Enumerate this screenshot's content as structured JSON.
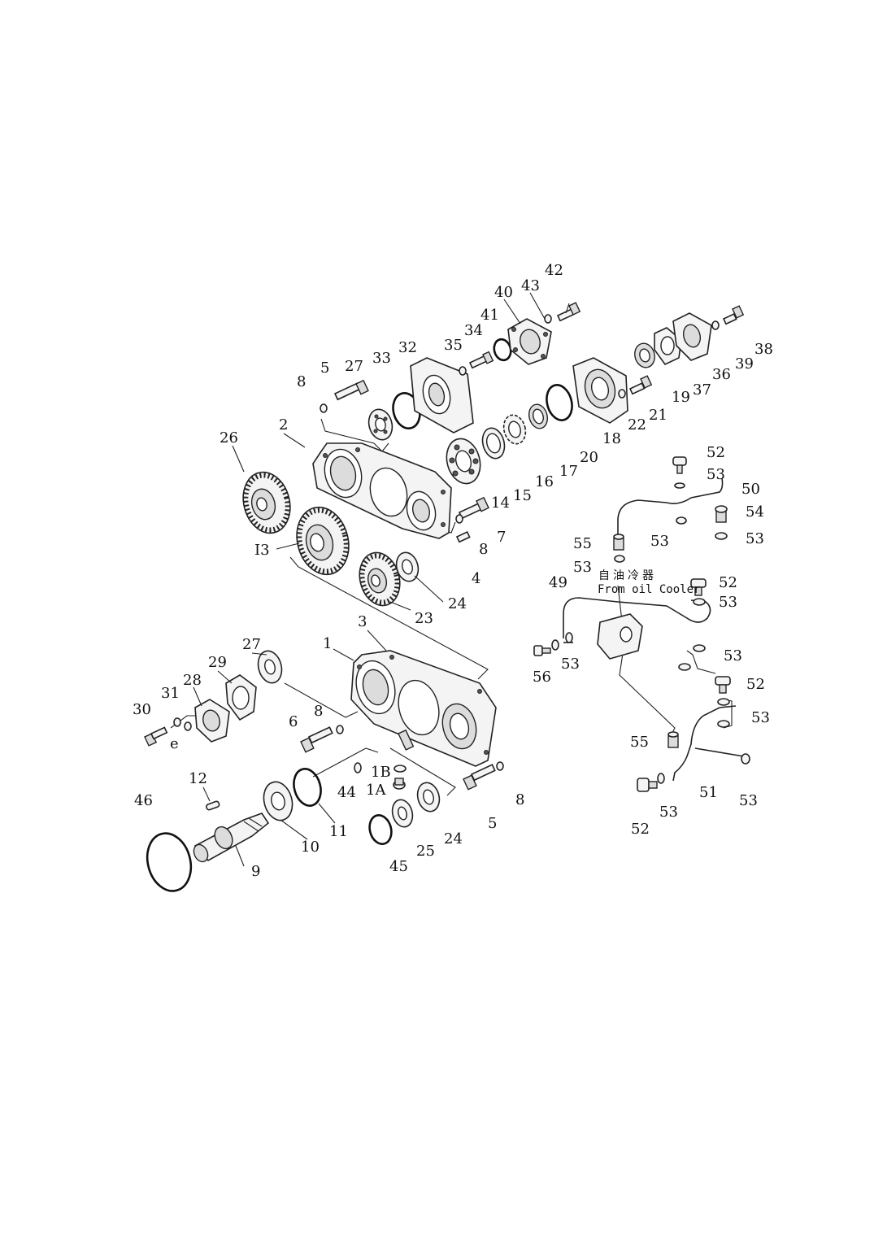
{
  "callouts": {
    "c1": "1",
    "c1A": "1A",
    "c1B": "1B",
    "c2": "2",
    "c3": "3",
    "c4": "4",
    "c5": "5",
    "c6": "6",
    "c7": "7",
    "c8": "8",
    "c9": "9",
    "c10": "10",
    "c11": "11",
    "c12": "12",
    "c13": "I3",
    "c14": "14",
    "c15": "15",
    "c16": "16",
    "c17": "17",
    "c18": "18",
    "c19": "19",
    "c20": "20",
    "c21": "21",
    "c22": "22",
    "c23": "23",
    "c24": "24",
    "c25": "25",
    "c26": "26",
    "c27": "27",
    "c28": "28",
    "c29": "29",
    "c30": "30",
    "c31": "31",
    "c32": "32",
    "c33": "33",
    "c34": "34",
    "c35": "35",
    "c36": "36",
    "c37": "37",
    "c38": "38",
    "c39": "39",
    "c40": "40",
    "c41": "41",
    "c42": "42",
    "c43": "43",
    "c44": "44",
    "c45": "45",
    "c46": "46",
    "c49": "49",
    "c50": "50",
    "c51": "51",
    "c52": "52",
    "c53": "53",
    "c54": "54",
    "c55": "55",
    "c56": "56",
    "ce": "e"
  },
  "oil_cooler_note": {
    "cjk": "自油冷器",
    "en": "From oil Cooler"
  }
}
